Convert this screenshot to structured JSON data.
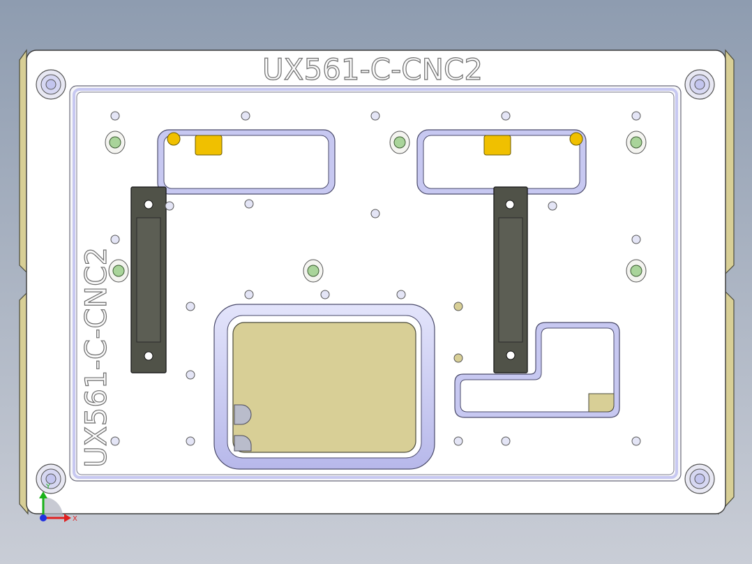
{
  "part": {
    "engraving_top": "UX561-C-CNC2",
    "engraving_side": "UX561-C-CNC2"
  },
  "triad": {
    "x_label": "X",
    "y_label": "Y"
  },
  "colors": {
    "background_top": "#8e9cb0",
    "background_bottom": "#c9cdd6",
    "plate_face": "#ffffff",
    "plate_side": "#d8cf96",
    "pocket_edge": "#c7c8f1",
    "pocket_floor": "#d8cf96",
    "clamp_block": "#505248",
    "stop_pin": "#f0c000",
    "locator_pin": "#a9d49a"
  }
}
